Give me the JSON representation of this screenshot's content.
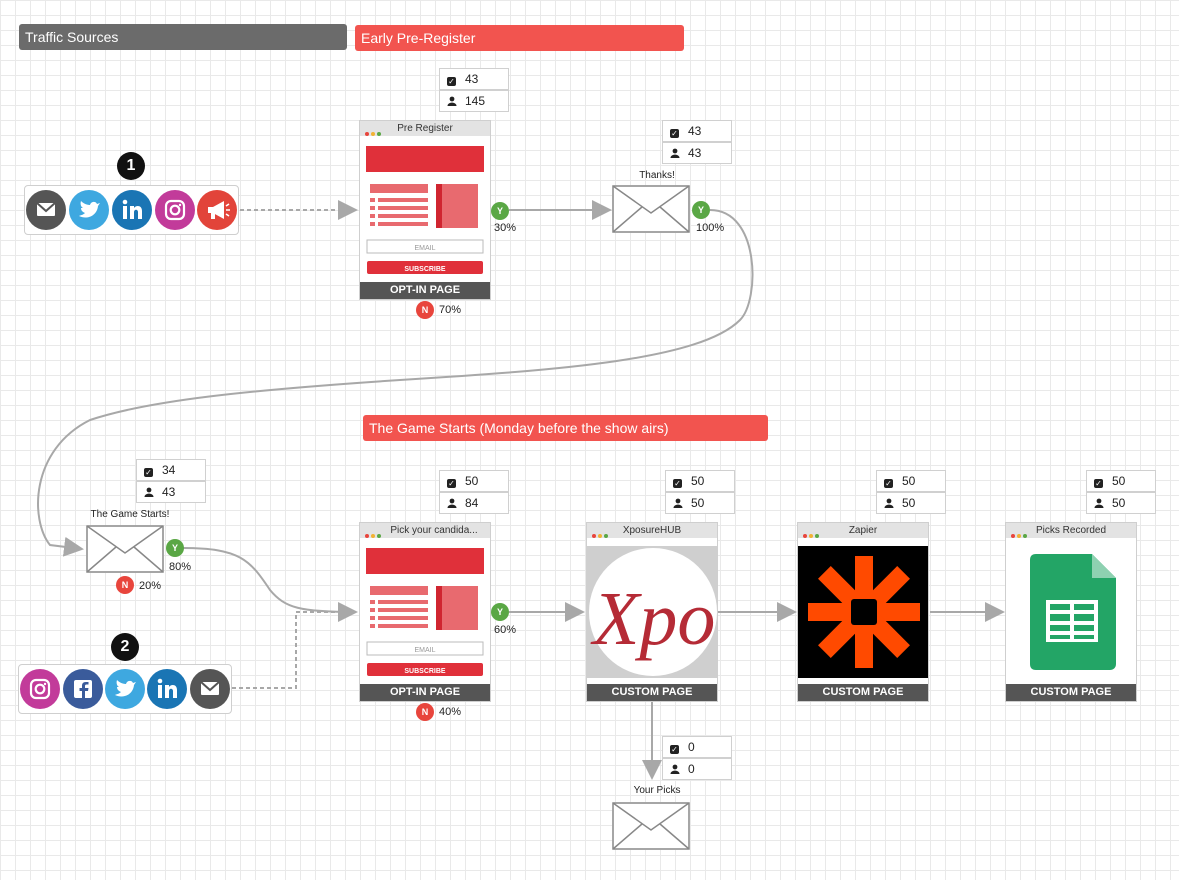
{
  "banners": {
    "traffic_sources": "Traffic Sources",
    "early_pre_register": "Early Pre-Register",
    "game_starts": "The Game Starts (Monday before the show airs)"
  },
  "markers": {
    "one": "1",
    "two": "2"
  },
  "stats": {
    "pre_register": {
      "checked": "43",
      "people": "145"
    },
    "thanks": {
      "checked": "43",
      "people": "43"
    },
    "game_starts": {
      "checked": "34",
      "people": "43"
    },
    "pick_candidate": {
      "checked": "50",
      "people": "84"
    },
    "xposurehub": {
      "checked": "50",
      "people": "50"
    },
    "zapier": {
      "checked": "50",
      "people": "50"
    },
    "picks_recorded": {
      "checked": "50",
      "people": "50"
    },
    "your_picks": {
      "checked": "0",
      "people": "0"
    }
  },
  "pages": {
    "pre_register": {
      "title": "Pre Register",
      "footer": "OPT-IN PAGE",
      "email": "EMAIL",
      "subscribe": "SUBSCRIBE"
    },
    "pick_candidate": {
      "title": "Pick your candida...",
      "footer": "OPT-IN PAGE",
      "email": "EMAIL",
      "subscribe": "SUBSCRIBE"
    },
    "xposurehub": {
      "title": "XposureHUB",
      "footer": "CUSTOM PAGE",
      "logo_text": "Xpo"
    },
    "zapier": {
      "title": "Zapier",
      "footer": "CUSTOM PAGE"
    },
    "picks_recorded": {
      "title": "Picks Recorded",
      "footer": "CUSTOM PAGE"
    }
  },
  "emails": {
    "thanks": "Thanks!",
    "game_starts": "The Game Starts!",
    "your_picks": "Your Picks"
  },
  "badges": {
    "yes": "Y",
    "no": "N"
  },
  "percentages": {
    "pre_register_yes": "30%",
    "pre_register_no": "70%",
    "thanks_yes": "100%",
    "game_starts_yes": "80%",
    "game_starts_no": "20%",
    "pick_yes": "60%",
    "pick_no": "40%"
  },
  "colors": {
    "red_banner": "#f2544f",
    "gray_banner": "#6b6b6b",
    "yes": "#5aa745",
    "no": "#e8453c",
    "optin_red": "#e0303a",
    "zapier_orange": "#ff4a00",
    "sheets_green": "#23a566"
  },
  "social_group_1": [
    "email-icon",
    "twitter-icon",
    "linkedin-icon",
    "instagram-icon",
    "megaphone-icon"
  ],
  "social_group_2": [
    "instagram-icon",
    "facebook-icon",
    "twitter-icon",
    "linkedin-icon",
    "email-icon"
  ]
}
